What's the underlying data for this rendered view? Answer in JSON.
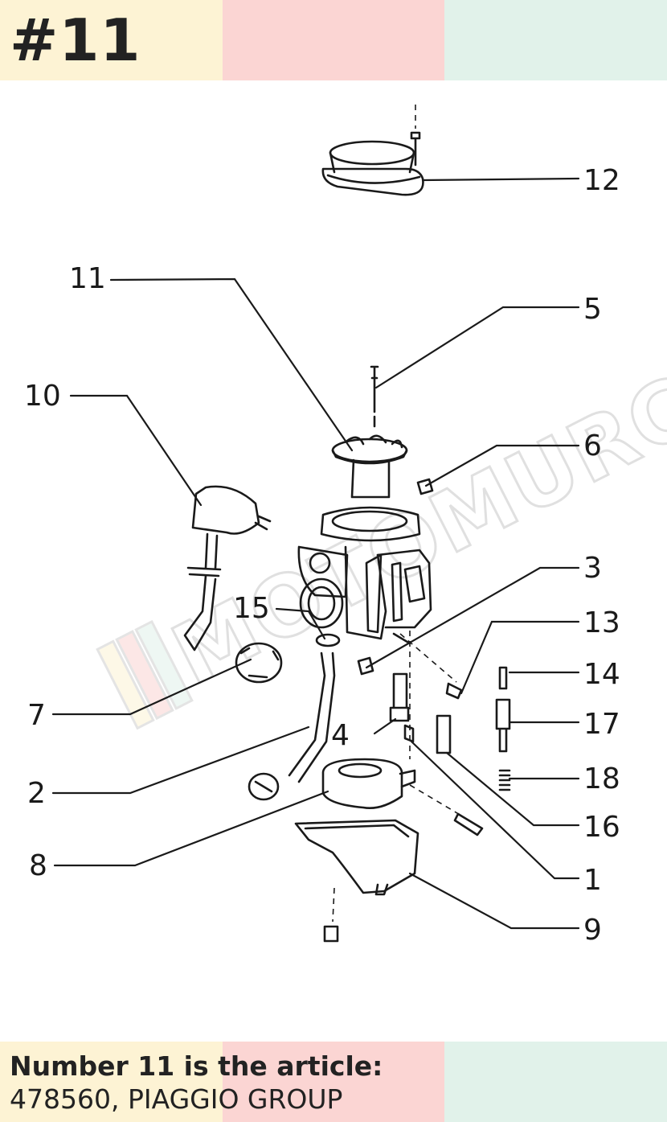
{
  "badge": "#11",
  "caption": {
    "line1": "Number 11 is the article:",
    "line2": "478560, PIAGGIO GROUP"
  },
  "watermark": "MOTOMURCIA",
  "colors": {
    "yellow": "#fdf3d4",
    "pink": "#fbd5d3",
    "mint": "#e1f2ea",
    "ink": "#1a1a1a"
  },
  "labels": [
    "1",
    "2",
    "3",
    "4",
    "5",
    "6",
    "7",
    "8",
    "9",
    "10",
    "11",
    "12",
    "13",
    "14",
    "15",
    "16",
    "17",
    "18"
  ]
}
